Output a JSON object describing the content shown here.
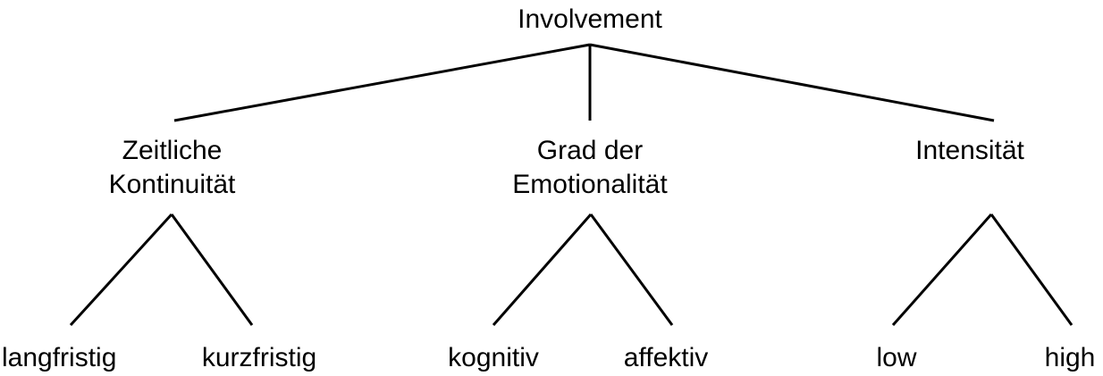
{
  "diagram": {
    "root": {
      "label": "Involvement"
    },
    "branches": [
      {
        "label_lines": [
          "Zeitliche",
          "Kontinuität"
        ],
        "children": [
          "langfristig",
          "kurzfristig"
        ]
      },
      {
        "label_lines": [
          "Grad der",
          "Emotionalität"
        ],
        "children": [
          "kognitiv",
          "affektiv"
        ]
      },
      {
        "label_lines": [
          "Intensität"
        ],
        "children": [
          "low",
          "high"
        ]
      }
    ]
  }
}
